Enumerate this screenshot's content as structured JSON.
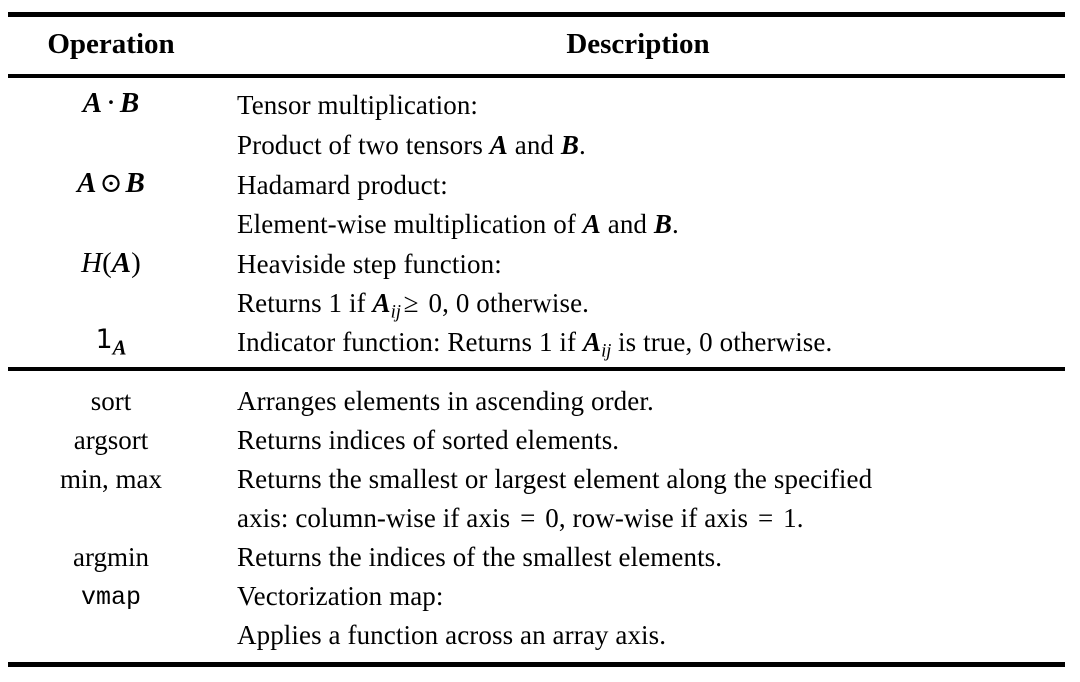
{
  "table": {
    "columns": {
      "operation": "Operation",
      "description": "Description"
    },
    "sections": [
      {
        "id": "tensor-ops",
        "rows": [
          {
            "operation_plain": "A · B",
            "operation_parts": {
              "left": "A",
              "symbol": "·",
              "right": "B"
            },
            "description_lines": [
              {
                "text": "Tensor multiplication:"
              },
              {
                "prefix": "Product of two tensors ",
                "var1": "A",
                "mid": " and ",
                "var2": "B",
                "suffix": "."
              }
            ]
          },
          {
            "operation_plain": "A ⊙ B",
            "operation_parts": {
              "left": "A",
              "symbol": "⊙",
              "right": "B"
            },
            "description_lines": [
              {
                "text": "Hadamard product:"
              },
              {
                "prefix": "Element-wise multiplication of ",
                "var1": "A",
                "mid": " and ",
                "var2": "B",
                "suffix": "."
              }
            ]
          },
          {
            "operation_plain": "H(A)",
            "operation_parts": {
              "func": "H",
              "open": "(",
              "arg": "A",
              "close": ")"
            },
            "description_lines": [
              {
                "text": "Heaviside step function:"
              },
              {
                "prefix": "Returns 1 if ",
                "var1": "A",
                "sub1": "ij",
                "rel": "≥",
                "suffix": " 0, 0 otherwise."
              }
            ]
          },
          {
            "operation_plain": "𝟙 A",
            "operation_parts": {
              "indicator": "𝟙",
              "sub": "A"
            },
            "description_lines": [
              {
                "prefix": "Indicator function: Returns 1 if ",
                "var1": "A",
                "sub1": "ij",
                "suffix": " is true, 0 otherwise."
              }
            ]
          }
        ]
      },
      {
        "id": "array-ops",
        "rows": [
          {
            "operation_plain": "sort",
            "mono": false,
            "description_lines": [
              {
                "text": "Arranges elements in ascending order."
              }
            ]
          },
          {
            "operation_plain": "argsort",
            "mono": false,
            "description_lines": [
              {
                "text": "Returns indices of sorted elements."
              }
            ]
          },
          {
            "operation_plain": "min, max",
            "mono": false,
            "description_lines": [
              {
                "text": "Returns the smallest or largest element along the specified"
              },
              {
                "prefix": "axis: column-wise if axis ",
                "rel": "=",
                "mid2": " 0, row-wise if axis ",
                "rel2": "=",
                "suffix": " 1."
              }
            ]
          },
          {
            "operation_plain": "argmin",
            "mono": false,
            "description_lines": [
              {
                "text": "Returns the indices of the smallest elements."
              }
            ]
          },
          {
            "operation_plain": "vmap",
            "mono": true,
            "description_lines": [
              {
                "text": "Vectorization map:"
              },
              {
                "text": "Applies a function across an array axis."
              }
            ]
          }
        ]
      }
    ]
  },
  "lines": {
    "l1": "Tensor multiplication:",
    "l3": "Hadamard product:",
    "l5": "Heaviside step function:",
    "l8": "Arranges elements in ascending order.",
    "l9": "Returns indices of sorted elements.",
    "l10": "Returns the smallest or largest element along the specified",
    "l12": "Returns the indices of the smallest elements.",
    "l13": "Vectorization map:",
    "l14": "Applies a function across an array axis.",
    "p2a": "Product of two tensors ",
    "p2b": " and ",
    "p2c": ".",
    "p4a": "Element-wise multiplication of ",
    "p4b": " and ",
    "p4c": ".",
    "p6a": "Returns 1 if ",
    "p6b": " 0, 0 otherwise.",
    "p7a": "Indicator function: Returns 1 if ",
    "p7b": " is true, 0 otherwise.",
    "p11a": "axis: column-wise if axis ",
    "p11b": " 0, row-wise if axis ",
    "p11c": " 1."
  },
  "symbols": {
    "A": "A",
    "B": "B",
    "H": "H",
    "paren_open": "(",
    "paren_close": ")",
    "dot": "·",
    "odot": "⊙",
    "indicator": "1",
    "sub_ij": "ij",
    "sub_A": "A",
    "geq": "≥",
    "eq": "="
  },
  "ops": {
    "sort": "sort",
    "argsort": "argsort",
    "minmax": "min, max",
    "argmin": "argmin",
    "vmap": "vmap"
  },
  "colors": {
    "text": "#000000",
    "background": "#ffffff",
    "rule": "#000000"
  }
}
